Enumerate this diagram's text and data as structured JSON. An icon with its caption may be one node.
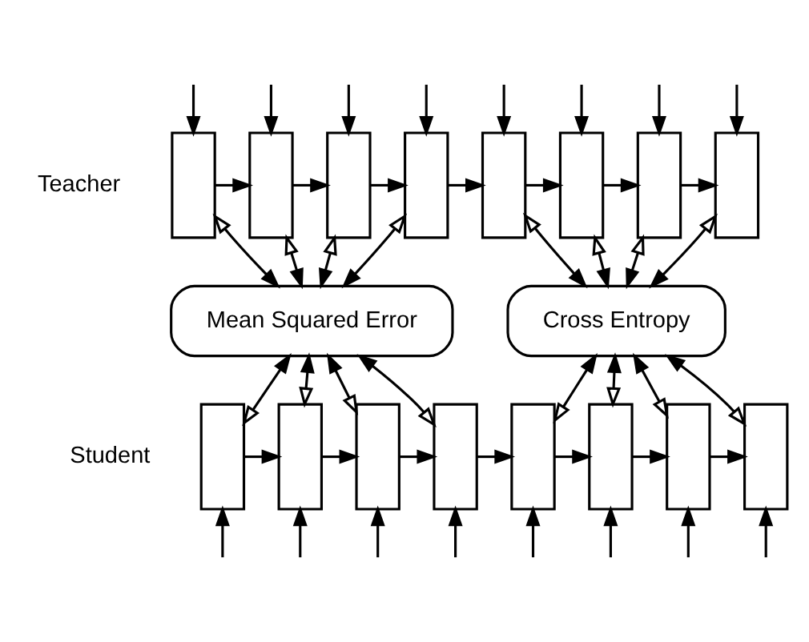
{
  "diagram": {
    "nodes": [
      {
        "text": [],
        "shape": "box"
      },
      {
        "text": [],
        "shape": "box"
      },
      {
        "text": [],
        "shape": "box"
      },
      {
        "text": [],
        "shape": "box"
      },
      {
        "text": [],
        "shape": "box"
      },
      {
        "text": [],
        "shape": "box"
      },
      {
        "text": [],
        "shape": "box"
      },
      {
        "text": [],
        "shape": "box"
      },
      {
        "text": [
          "Mean Squared Error"
        ]
      },
      {
        "text": [
          "Cross Entropy"
        ]
      },
      {
        "text": [],
        "shape": "box"
      },
      {
        "text": [],
        "shape": "box"
      },
      {
        "text": [],
        "shape": "box"
      },
      {
        "text": [],
        "shape": "box"
      },
      {
        "text": [],
        "shape": "box"
      },
      {
        "text": [],
        "shape": "box"
      },
      {
        "text": [],
        "shape": "box"
      },
      {
        "text": [],
        "shape": "box"
      }
    ],
    "edges": [
      {
        "from": null,
        "to": 0,
        "arrow": "to"
      },
      {
        "from": null,
        "to": 1,
        "arrow": "to"
      },
      {
        "from": null,
        "to": 2,
        "arrow": "to"
      },
      {
        "from": null,
        "to": 3,
        "arrow": "to"
      },
      {
        "from": null,
        "to": 4,
        "arrow": "to"
      },
      {
        "from": null,
        "to": 5,
        "arrow": "to"
      },
      {
        "from": null,
        "to": 6,
        "arrow": "to"
      },
      {
        "from": null,
        "to": 7,
        "arrow": "to"
      },
      {
        "from": 0,
        "to": 1,
        "arrow": "to"
      },
      {
        "from": 1,
        "to": 2,
        "arrow": "to"
      },
      {
        "from": 2,
        "to": 3,
        "arrow": "to"
      },
      {
        "from": 3,
        "to": 4,
        "arrow": "to"
      },
      {
        "from": 4,
        "to": 5,
        "arrow": "to"
      },
      {
        "from": 5,
        "to": 6,
        "arrow": "to"
      },
      {
        "from": 6,
        "to": 7,
        "arrow": "to"
      },
      {
        "from": 0,
        "to": 8,
        "arrow": "both"
      },
      {
        "from": 1,
        "to": 8,
        "arrow": "both"
      },
      {
        "from": 2,
        "to": 8,
        "arrow": "both"
      },
      {
        "from": 3,
        "to": 8,
        "arrow": "both"
      },
      {
        "from": 4,
        "to": 9,
        "arrow": "both"
      },
      {
        "from": 5,
        "to": 9,
        "arrow": "both"
      },
      {
        "from": 6,
        "to": 9,
        "arrow": "both"
      },
      {
        "from": 7,
        "to": 9,
        "arrow": "both"
      },
      {
        "from": 10,
        "to": 8,
        "arrow": "both"
      },
      {
        "from": 11,
        "to": 8,
        "arrow": "both"
      },
      {
        "from": 12,
        "to": 8,
        "arrow": "both"
      },
      {
        "from": 13,
        "to": 8,
        "arrow": "both"
      },
      {
        "from": 14,
        "to": 9,
        "arrow": "both"
      },
      {
        "from": 15,
        "to": 9,
        "arrow": "both"
      },
      {
        "from": 16,
        "to": 9,
        "arrow": "both"
      },
      {
        "from": 17,
        "to": 9,
        "arrow": "both"
      },
      {
        "from": 10,
        "to": 11,
        "arrow": "to"
      },
      {
        "from": 11,
        "to": 12,
        "arrow": "to"
      },
      {
        "from": 12,
        "to": 13,
        "arrow": "to"
      },
      {
        "from": 13,
        "to": 14,
        "arrow": "to"
      },
      {
        "from": 14,
        "to": 15,
        "arrow": "to"
      },
      {
        "from": 15,
        "to": 16,
        "arrow": "to"
      },
      {
        "from": 16,
        "to": 17,
        "arrow": "to"
      },
      {
        "from": null,
        "to": 10,
        "arrow": "to"
      },
      {
        "from": null,
        "to": 11,
        "arrow": "to"
      },
      {
        "from": null,
        "to": 12,
        "arrow": "to"
      },
      {
        "from": null,
        "to": 13,
        "arrow": "to"
      },
      {
        "from": null,
        "to": 14,
        "arrow": "to"
      },
      {
        "from": null,
        "to": 15,
        "arrow": "to"
      },
      {
        "from": null,
        "to": 16,
        "arrow": "to"
      },
      {
        "from": null,
        "to": 17,
        "arrow": "to"
      }
    ],
    "labels": [
      "Teacher",
      "Student"
    ]
  }
}
